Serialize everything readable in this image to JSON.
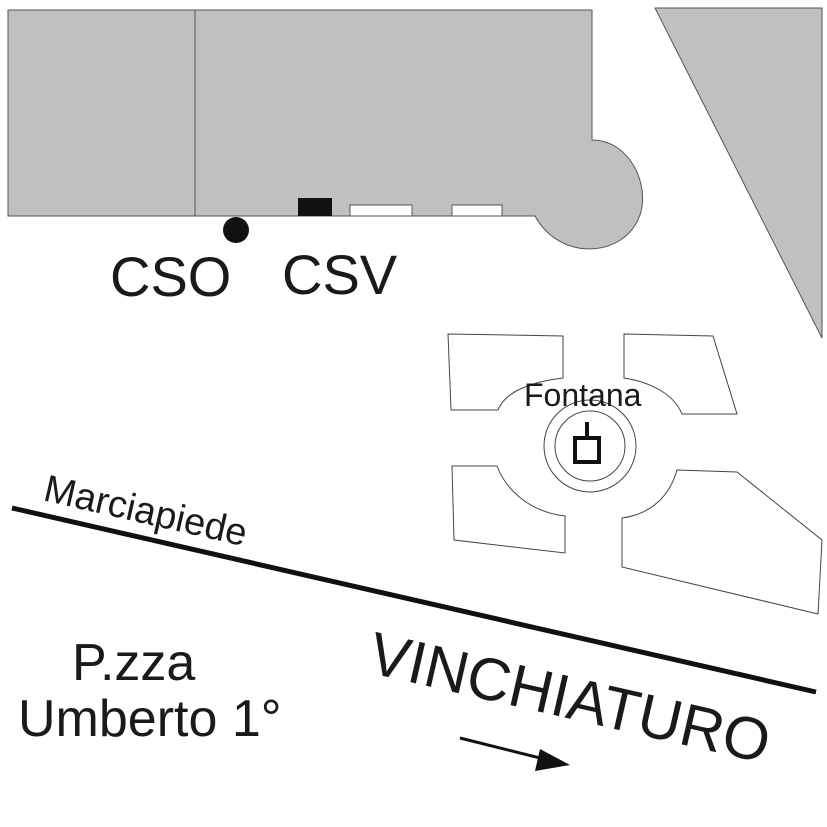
{
  "labels": {
    "cso": "CSO",
    "csv": "CSV",
    "fontana": "Fontana",
    "marciapiede": "Marciapiede",
    "piazza_line1": "P.zza",
    "piazza_line2": "Umberto 1°",
    "direction": "VINCHIATURO"
  },
  "colors": {
    "building_fill": "#c0c0c0",
    "outline": "#3a3a3a",
    "ink": "#1a1a1a",
    "background": "#ffffff"
  }
}
